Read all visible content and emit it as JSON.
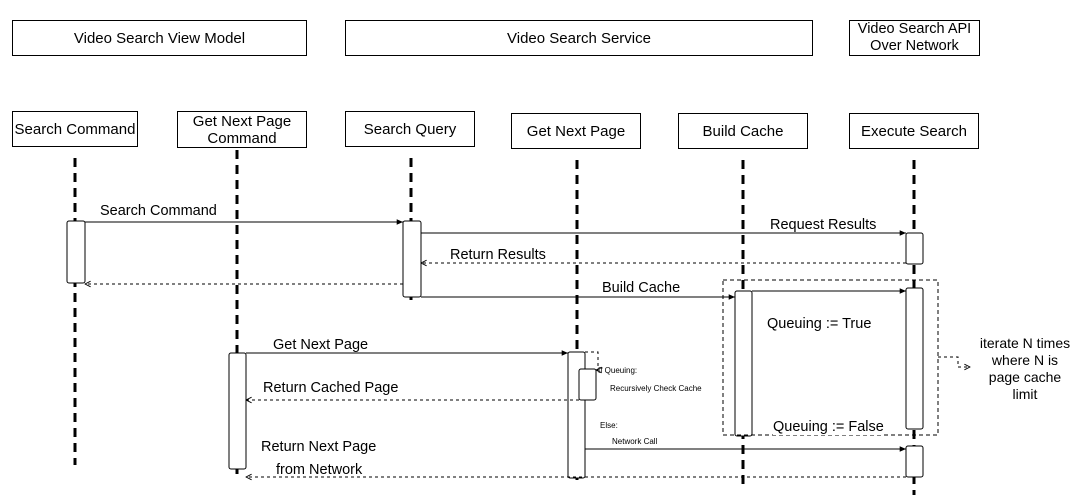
{
  "groups": {
    "view_model": "Video Search View Model",
    "service": "Video Search Service",
    "api_line1": "Video Search API",
    "api_line2": "Over Network"
  },
  "lifelines": {
    "search_command": "Search Command",
    "get_next_page_command_line1": "Get Next Page",
    "get_next_page_command_line2": "Command",
    "search_query": "Search Query",
    "get_next_page": "Get Next Page",
    "build_cache": "Build Cache",
    "execute_search": "Execute Search"
  },
  "messages": {
    "search_command": "Search Command",
    "request_results": "Request Results",
    "return_results": "Return Results",
    "build_cache": "Build Cache",
    "get_next_page": "Get Next Page",
    "return_cached_page": "Return Cached Page",
    "return_next_page_line1": "Return Next Page",
    "return_next_page_line2": "from Network",
    "network_call": "Network Call"
  },
  "conditions": {
    "if_queuing": "If Queuing:",
    "recursively_check_cache": "Recursively Check Cache",
    "else": "Else:"
  },
  "states": {
    "queuing_true": "Queuing := True",
    "queuing_false": "Queuing := False"
  },
  "loop_note": {
    "line1": "iterate N times",
    "line2": "where N is",
    "line3": "page cache",
    "line4": "limit"
  }
}
